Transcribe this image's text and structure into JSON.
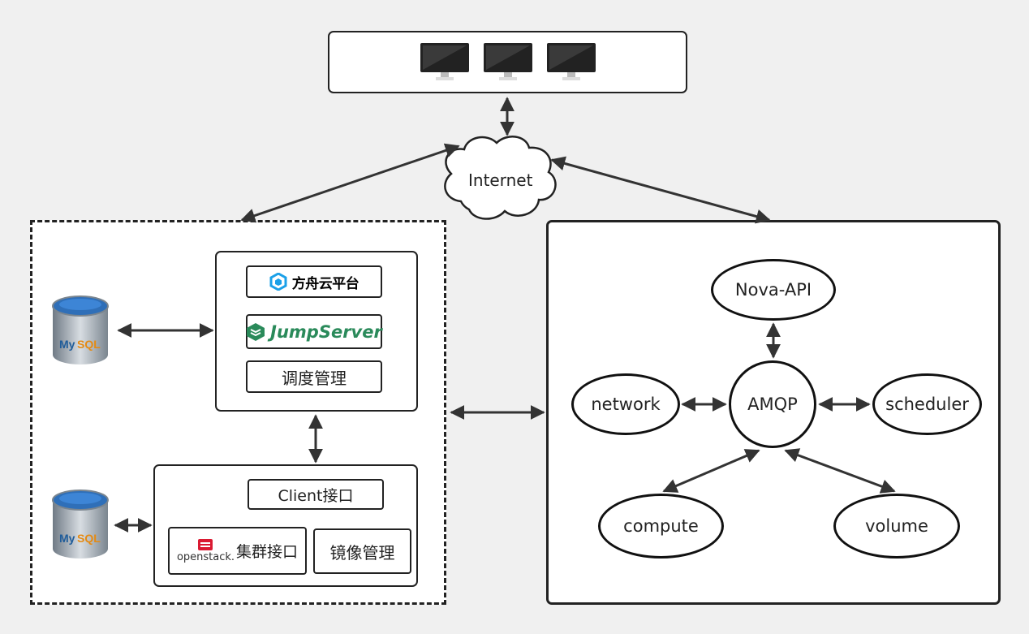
{
  "internet_label": "Internet",
  "left_panel": {
    "platform": {
      "fangzhou_label": "方舟云平台",
      "jumpserver_label": "JumpServer",
      "scheduler_mgmt_label": "调度管理"
    },
    "client": {
      "client_interface_label": "Client接口",
      "openstack_label": "openstack.",
      "cluster_interface_label": "集群接口",
      "image_mgmt_label": "镜像管理"
    },
    "db_label": "MySQL"
  },
  "right_panel": {
    "nova_api": "Nova-API",
    "amqp": "AMQP",
    "network": "network",
    "scheduler": "scheduler",
    "compute": "compute",
    "volume": "volume"
  },
  "colors": {
    "openstack_red": "#da1a32",
    "jumpserver_green": "#2a8a5a",
    "fangzhou_blue": "#1aa0e8"
  }
}
